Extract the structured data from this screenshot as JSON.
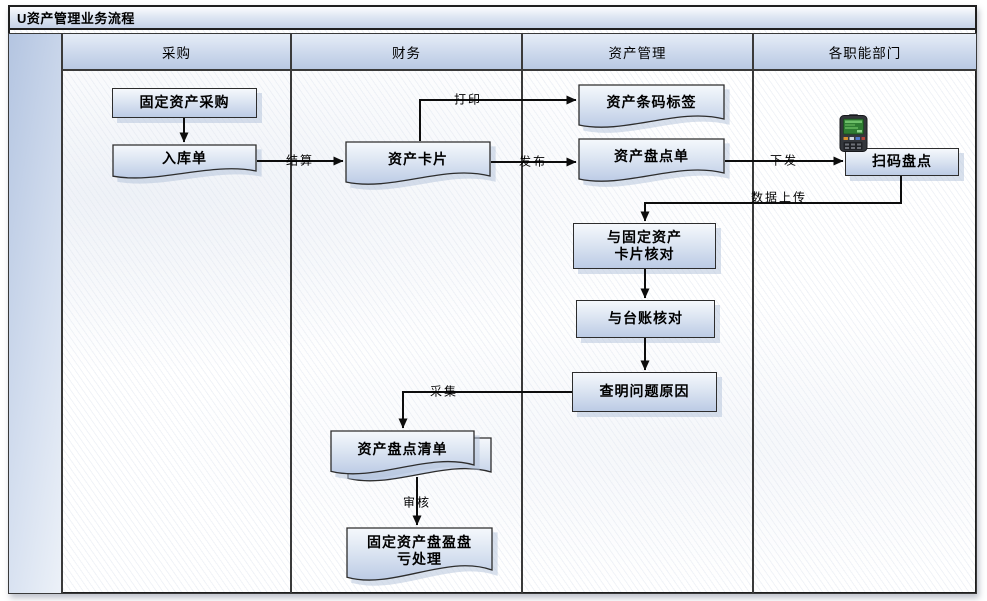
{
  "title": "U资产管理业务流程",
  "lanes": {
    "l1": "采购",
    "l2": "财务",
    "l3": "资产管理",
    "l4": "各职能部门"
  },
  "nodes": {
    "purchase": "固定资产采购",
    "receipt": "入库单",
    "card": "资产卡片",
    "barcode": "资产条码标签",
    "sheet": "资产盘点单",
    "scan": "扫码盘点",
    "check_card": "与固定资产\n卡片核对",
    "check_ledger": "与台账核对",
    "cause": "查明问题原因",
    "list": "资产盘点清单",
    "handling": "固定资产盘盈盘\n亏处理"
  },
  "edges": {
    "settle": "结算",
    "print": "打印",
    "publish": "发布",
    "dispatch": "下发",
    "upload": "数据上传",
    "collect": "采集",
    "audit": "审核"
  },
  "icons": {
    "scanner": "handheld-scanner-icon"
  },
  "colors": {
    "shape_fill_top": "#f5f8fc",
    "shape_fill_bottom": "#bccbe5",
    "lane_header_fill": "#ccd8ec",
    "border": "#2d2d2d",
    "arrow": "#0d0d0d"
  }
}
